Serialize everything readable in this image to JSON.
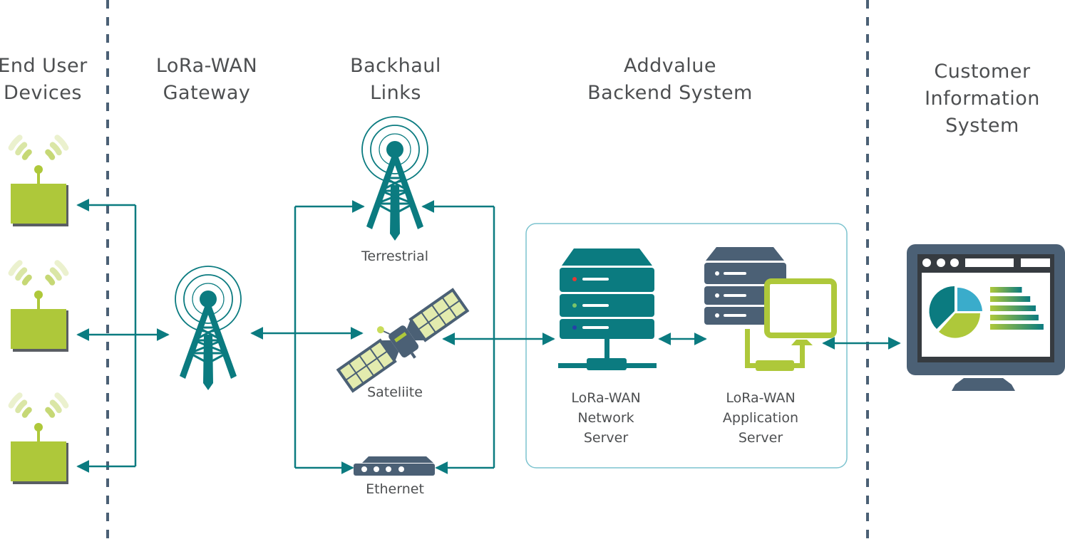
{
  "colors": {
    "teal": "#0b7b80",
    "slate": "#4b6075",
    "lime": "#aec83a",
    "lime_light": "#e3ebae",
    "panel_border": "#7cc3cf",
    "text": "#4d4f51",
    "pie_blue": "#3aaccb"
  },
  "sections": [
    {
      "id": "end-user-devices",
      "title": "End User\nDevices"
    },
    {
      "id": "gateway",
      "title": "LoRa-WAN\nGateway"
    },
    {
      "id": "backhaul",
      "title": "Backhaul\nLinks"
    },
    {
      "id": "backend",
      "title": "Addvalue\nBackend System"
    },
    {
      "id": "customer",
      "title": "Customer\nInformation\nSystem"
    }
  ],
  "backhaul_links": [
    {
      "id": "terrestrial",
      "label": "Terrestrial",
      "icon": "radio-tower-icon"
    },
    {
      "id": "satellite",
      "label": "Sateliite",
      "icon": "satellite-icon"
    },
    {
      "id": "ethernet",
      "label": "Ethernet",
      "icon": "modem-icon"
    }
  ],
  "servers": [
    {
      "id": "network-server",
      "label": "LoRa-WAN\nNetwork\nServer",
      "icon": "server-network-icon"
    },
    {
      "id": "application-server",
      "label": "LoRa-WAN\nApplication\nServer",
      "icon": "server-application-icon"
    }
  ],
  "end_devices": [
    {
      "id": "device-1",
      "icon": "wireless-device-icon"
    },
    {
      "id": "device-2",
      "icon": "wireless-device-icon"
    },
    {
      "id": "device-3",
      "icon": "wireless-device-icon"
    }
  ],
  "customer_screen": {
    "icon": "dashboard-monitor-icon",
    "bar_fractions": [
      0.57,
      0.72,
      0.82,
      0.87,
      0.96
    ]
  }
}
